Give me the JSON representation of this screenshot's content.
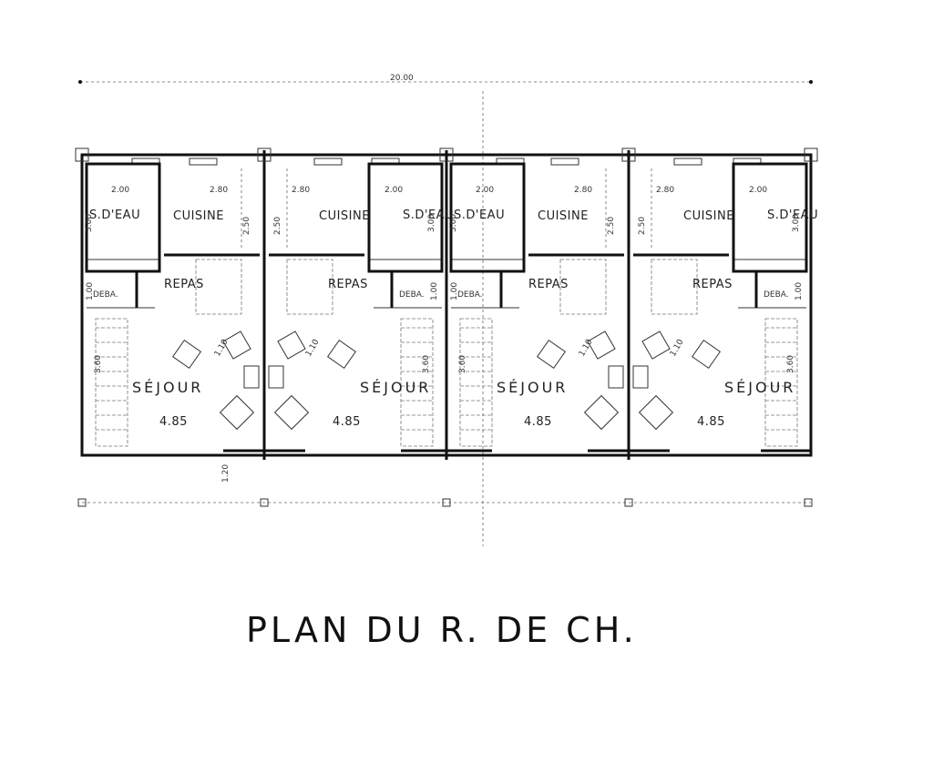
{
  "overall_width": "20.00",
  "units": [
    {
      "sde_label": "S.D'EAU",
      "sde_w": "2.00",
      "sde_h": "3.00",
      "cuisine_label": "CUISINE",
      "cuisine_w": "2.80",
      "cuisine_h": "2.50",
      "repas_label": "REPAS",
      "debarras_label": "DEBA.",
      "debarras_dim": "1.00",
      "sejour_label": "SÉJOUR",
      "sejour_w": "4.85",
      "stair_dim": "3.60",
      "desk_dim": "1.10"
    },
    {
      "sde_label": "S.D'EAU",
      "sde_w": "2.00",
      "sde_h": "3.00",
      "cuisine_label": "CUISINE",
      "cuisine_w": "2.80",
      "cuisine_h": "2.50",
      "repas_label": "REPAS",
      "debarras_label": "DEBA.",
      "debarras_dim": "1.00",
      "sejour_label": "SÉJOUR",
      "sejour_w": "4.85",
      "stair_dim": "3.60",
      "desk_dim": "1.10"
    },
    {
      "sde_label": "S.D'EAU",
      "sde_w": "2.00",
      "sde_h": "3.00",
      "cuisine_label": "CUISINE",
      "cuisine_w": "2.80",
      "cuisine_h": "2.50",
      "repas_label": "REPAS",
      "debarras_label": "DEBA.",
      "debarras_dim": "1.00",
      "sejour_label": "SÉJOUR",
      "sejour_w": "4.85",
      "stair_dim": "3.60",
      "desk_dim": "1.10"
    },
    {
      "sde_label": "S.D'EAU",
      "sde_w": "2.00",
      "sde_h": "3.00",
      "cuisine_label": "CUISINE",
      "cuisine_w": "2.80",
      "cuisine_h": "2.50",
      "repas_label": "REPAS",
      "debarras_label": "DEBA.",
      "debarras_dim": "1.00",
      "sejour_label": "SÉJOUR",
      "sejour_w": "4.85",
      "stair_dim": "3.60",
      "desk_dim": "1.10"
    }
  ],
  "front_depth": "1.20",
  "title": "PLAN DU R. DE CH."
}
